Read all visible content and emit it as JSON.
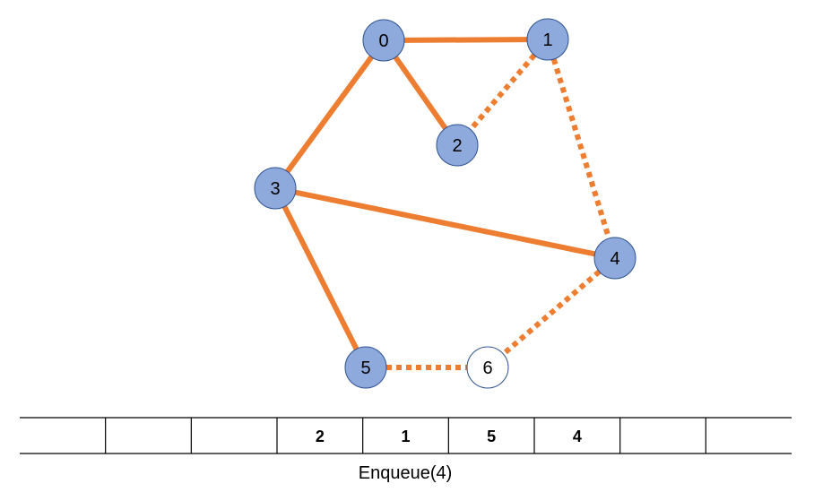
{
  "graph": {
    "nodes": [
      {
        "id": "0",
        "label": "0",
        "visited": true
      },
      {
        "id": "1",
        "label": "1",
        "visited": true
      },
      {
        "id": "2",
        "label": "2",
        "visited": true
      },
      {
        "id": "3",
        "label": "3",
        "visited": true
      },
      {
        "id": "4",
        "label": "4",
        "visited": true
      },
      {
        "id": "5",
        "label": "5",
        "visited": true
      },
      {
        "id": "6",
        "label": "6",
        "visited": false
      }
    ],
    "edges": [
      {
        "from": "0",
        "to": "1",
        "style": "solid"
      },
      {
        "from": "0",
        "to": "2",
        "style": "solid"
      },
      {
        "from": "0",
        "to": "3",
        "style": "solid"
      },
      {
        "from": "1",
        "to": "2",
        "style": "dotted"
      },
      {
        "from": "1",
        "to": "4",
        "style": "dotted"
      },
      {
        "from": "3",
        "to": "4",
        "style": "solid"
      },
      {
        "from": "3",
        "to": "5",
        "style": "solid"
      },
      {
        "from": "4",
        "to": "6",
        "style": "dotted"
      },
      {
        "from": "5",
        "to": "6",
        "style": "dotted"
      }
    ]
  },
  "queue": {
    "cells": [
      "",
      "",
      "",
      "2",
      "1",
      "5",
      "4",
      "",
      ""
    ],
    "caption": "Enqueue(4)"
  },
  "colors": {
    "edge": "#ED7D31",
    "visited_fill": "#8EA9DB",
    "unvisited_fill": "#FFFFFF",
    "node_stroke": "#2F528F"
  }
}
